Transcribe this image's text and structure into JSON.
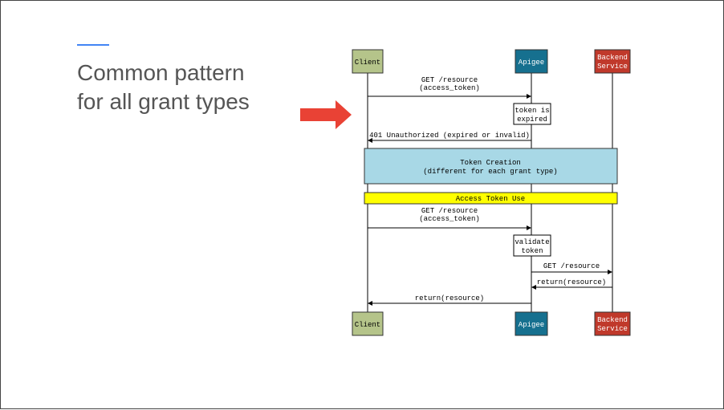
{
  "title": {
    "line1": "Common pattern",
    "line2": "for all grant types"
  },
  "colors": {
    "accent": "#4285f4",
    "arrow": "#e94235",
    "client": "#b5c48a",
    "apigee": "#16708f",
    "backend": "#c0392b",
    "token_creation": "#a8d8e6",
    "token_use": "#ffff00"
  },
  "icons": {
    "pointer": "right-arrow-icon"
  },
  "participants": {
    "client": "Client",
    "apigee": "Apigee",
    "backend_line1": "Backend",
    "backend_line2": "Service"
  },
  "messages": {
    "get_resource": "GET /resource",
    "access_token": "(access_token)",
    "token_is": "token is",
    "expired": "expired",
    "unauthorized": "401 Unauthorized (expired or invalid)",
    "token_creation": "Token Creation",
    "token_creation_sub": "(different for each grant type)",
    "access_token_use": "Access Token Use",
    "get_resource_2": "GET /resource",
    "access_token_2": "(access_token)",
    "validate": "validate",
    "token": "token",
    "backend_get": "GET /resource",
    "backend_return": "return(resource)",
    "client_return": "return(resource)"
  }
}
